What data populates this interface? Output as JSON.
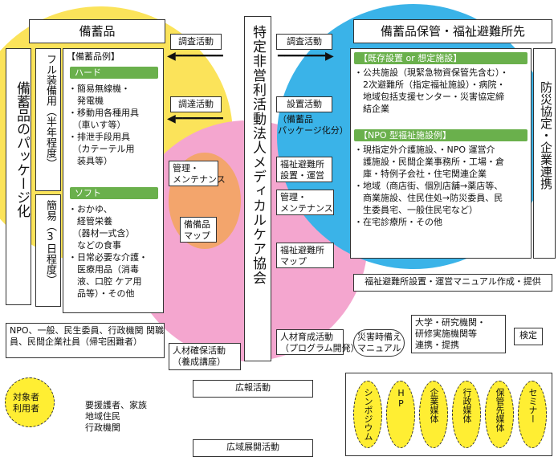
{
  "center_org": "特定非営利活動法人メディカルケア協会",
  "left_header": "備蓄品",
  "right_header": "備蓄品保管・福祉避難所先",
  "left_vertical_title": "備蓄品のパッケージ化",
  "right_vertical_title": "防災協定・企業連携",
  "full_prep_label": "フル装備用",
  "full_prep_period": "（半年程度）",
  "simple_label": "簡易",
  "simple_period": "（3日程度）",
  "stock_example_title": "【備蓄品例】",
  "hard_tag": "ハード",
  "hard_items": [
    "・簡易無線機・",
    "　発電機",
    "・移動用各種用具",
    "　（車いす等）",
    "・排泄手段用具",
    "　（カテーテル用",
    "　装具等）"
  ],
  "soft_tag": "ソフト",
  "soft_items": [
    "・おかゆ、",
    "　経管栄養",
    "　（器材一式含）",
    "　などの食事",
    "・日常必要な介護・",
    "　医療用品（消毒",
    "　液、口腔 ケア用",
    "　品等）・その他"
  ],
  "flows": {
    "survey_left": "調査活動",
    "procure": "調達活動",
    "survey_right": "調査活動",
    "install": "設置活動",
    "package": "（備蓄品\nパッケージ化分）",
    "facility_setup": "福祉避難所\n設置・運営",
    "maint_left": "管理・\nメンテナンス",
    "maint_right": "管理・\nメンテナンス",
    "stock_map": "備備品\nマップ",
    "shelter_map": "福祉避難所\nマップ",
    "manual": "福祉避難所設置・運営マニュアル作成・提供",
    "hr_dev": "人材育成活動\n（プログラム開発）",
    "disaster_manual": "災害時備え\nマニュアル",
    "hr_secure": "人材確保活動\n（養成講座）",
    "pr": "広報活動",
    "wide": "広域展開活動",
    "research": "大学・研究機関・\n研修実施機関等\n連携・提携",
    "verify": "検定"
  },
  "existing_tag": "【既存設置 or 想定施設】",
  "existing_items": [
    "・公共施設（現緊急物資保管先含む）・",
    "　2次避難所（指定福祉施設）・病院・",
    "　地域包括支援センター・災害協定締",
    "　結企業"
  ],
  "npo_tag": "【NPO 型福祉施設例】",
  "npo_items": [
    "・現指定外介護施設、・NPO 運営介",
    "　護施設・民間企業事務所・工場・倉",
    "　庫・特例子会社・住宅関連企業",
    "・地域（商店街、個別店舗→薬店等、",
    "　商業施設、住民住処→防災委員、民",
    "　生委員宅、一般住民宅など）",
    "・在宅診療所・その他"
  ],
  "npo_people": "NPO、一般、民生委員、行政機関 関職\n員、民間企業社員（帰宅困難者）",
  "target": "対象者\n利用者",
  "target_list": "要援護者、家族\n地域住民\n行政機関",
  "media": [
    "シンポジウム",
    "HP",
    "企業媒体",
    "行政媒体",
    "保管先媒体",
    "セミナー"
  ],
  "colors": {
    "yellow": "#fbe35a",
    "blue": "#3ab3e8",
    "pink": "#f4a6cf",
    "green": "#6ab04c"
  }
}
